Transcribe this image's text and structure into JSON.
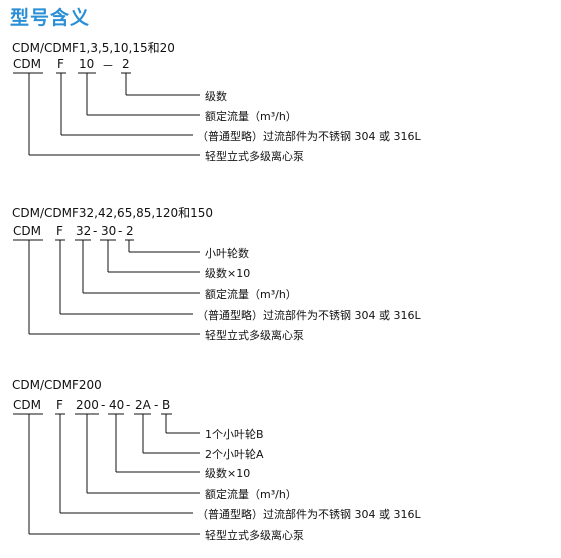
{
  "title": "型号含义",
  "sections": [
    {
      "heading": "CDM/CDMF1,3,5,10,15和20",
      "code": [
        "CDM",
        "F",
        "10",
        "－",
        "2"
      ],
      "descriptions": [
        "级数",
        "额定流量（m³/h）",
        "（普通型略）过流部件为不锈钢 304 或 316L",
        "轻型立式多级离心泵"
      ]
    },
    {
      "heading": "CDM/CDMF32,42,65,85,120和150",
      "code": [
        "CDM",
        "F",
        "32",
        "-",
        "30",
        "-",
        "2"
      ],
      "descriptions": [
        "小叶轮数",
        "级数×10",
        "额定流量（m³/h）",
        "（普通型略）过流部件为不锈钢 304 或 316L",
        "轻型立式多级离心泵"
      ]
    },
    {
      "heading": "CDM/CDMF200",
      "code": [
        "CDM",
        "F",
        "200",
        "-",
        "40",
        "-",
        "2A",
        "-",
        "B"
      ],
      "descriptions": [
        "1个小叶轮B",
        "2个小叶轮A",
        "级数×10",
        "额定流量（m³/h）",
        "（普通型略）过流部件为不锈钢 304 或 316L",
        "轻型立式多级离心泵"
      ]
    }
  ]
}
